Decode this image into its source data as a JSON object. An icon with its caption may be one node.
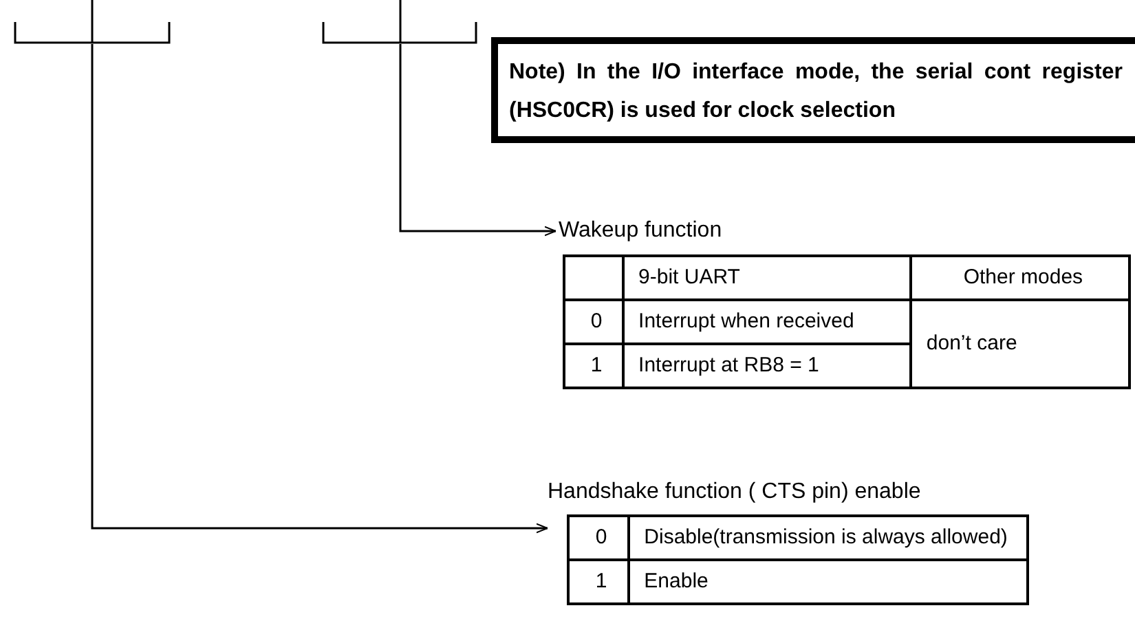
{
  "diagram": {
    "nodes": [
      {
        "text": [],
        "shape": "bracket"
      },
      {
        "text": [],
        "shape": "bracket"
      },
      {
        "text": [
          "Note) In the I/O interface mode, the serial cont register (HSC0CR) is used for clock selection"
        ]
      },
      {
        "text": [
          "Wakeup function"
        ]
      },
      {
        "text": [
          "9-bit UART",
          "Other modes",
          "0",
          "Interrupt when received",
          "don’t care",
          "1",
          "Interrupt at RB8 = 1"
        ]
      },
      {
        "text": [
          "Handshake function ( CTS pin) enable",
          "0",
          "Disable(transmission is always allowed)",
          "1",
          "Enable"
        ]
      }
    ],
    "edges": [
      {
        "from": 1,
        "to": 3,
        "arrow": "to"
      },
      {
        "from": 0,
        "to": 5,
        "arrow": "to"
      }
    ]
  }
}
